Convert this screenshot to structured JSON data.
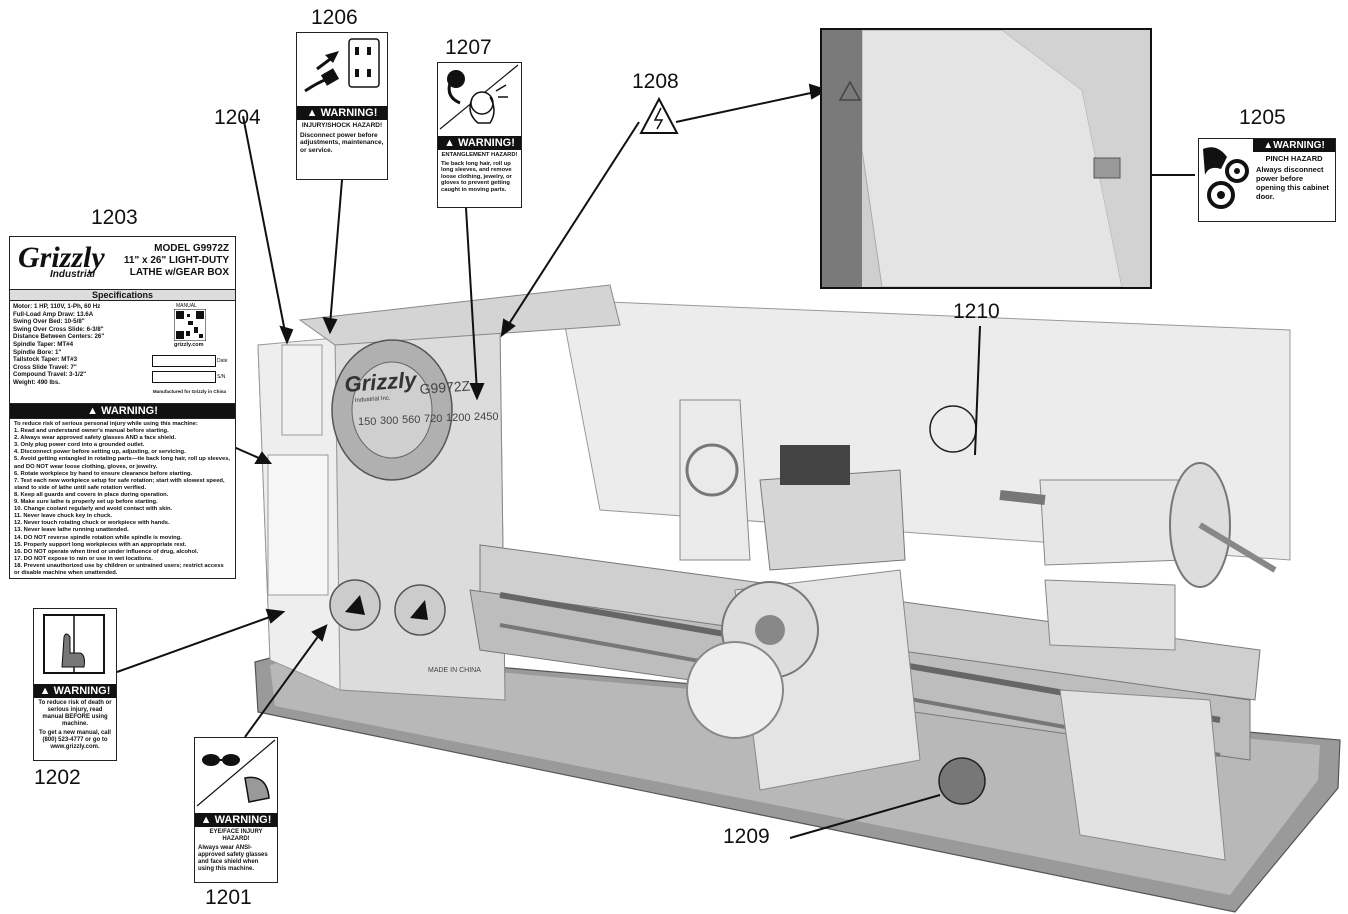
{
  "callouts": {
    "c1201": "1201",
    "c1202": "1202",
    "c1203": "1203",
    "c1204": "1204",
    "c1205": "1205",
    "c1206": "1206",
    "c1207": "1207",
    "c1208": "1208",
    "c1209": "1209",
    "c1210": "1210"
  },
  "warning_word": "WARNING!",
  "label1201": {
    "title": "EYE/FACE INJURY HAZARD!",
    "body": "Always wear ANSI-approved safety glasses and face shield when using this machine."
  },
  "label1202": {
    "body1": "To reduce risk of death or serious injury, read manual BEFORE using machine.",
    "body2": "To get a new manual, call (800) 523-4777 or go to www.grizzly.com."
  },
  "label1205": {
    "title": "PINCH HAZARD",
    "body": "Always disconnect power before opening this cabinet door."
  },
  "label1206": {
    "title": "INJURY/SHOCK HAZARD!",
    "body": "Disconnect power before adjustments, maintenance, or service."
  },
  "label1207": {
    "title": "ENTANGLEMENT HAZARD!",
    "body": "Tie back long hair, roll up long sleeves, and remove loose clothing, jewelry, or gloves to prevent getting caught in moving parts."
  },
  "label1203": {
    "logo": "Grizzly",
    "logo_sub": "Industrial",
    "model": "MODEL G9972Z",
    "desc1": "11\" x 26\" LIGHT-DUTY",
    "desc2": "LATHE w/GEAR BOX",
    "spec_title": "Specifications",
    "specs": [
      "Motor: 1 HP, 110V, 1-Ph, 60 Hz",
      "Full-Load Amp Draw: 13.6A",
      "Swing Over Bed: 10-5/8\"",
      "Swing Over Cross Slide: 6-3/8\"",
      "Distance Between Centers: 26\"",
      "Spindle Taper: MT#4",
      "Spindle Bore: 1\"",
      "Tailstock Taper: MT#3",
      "Cross Slide Travel: 7\"",
      "Compound Travel: 3-1/2\"",
      "Weight: 490 lbs."
    ],
    "manual": "MANUAL",
    "site": "grizzly.com",
    "date": "Date",
    "sn": "S/N",
    "made": "Manufactured for Grizzly in China",
    "rules_intro": "To reduce risk of serious personal injury while using this machine:",
    "rules": [
      "1. Read and understand owner's manual before starting.",
      "2. Always wear approved safety glasses AND a face shield.",
      "3. Only plug power cord into a grounded outlet.",
      "4. Disconnect power before setting up, adjusting, or servicing.",
      "5. Avoid getting entangled in rotating parts—tie back long hair, roll up sleeves, and DO NOT wear loose clothing, gloves, or jewelry.",
      "6. Rotate workpiece by hand to ensure clearance before starting.",
      "7. Test each new workpiece setup for safe rotation; start with slowest speed, stand to side of lathe until safe rotation verified.",
      "8. Keep all guards and covers in place during operation.",
      "9. Make sure lathe is properly set up before starting.",
      "10. Change coolant regularly and avoid contact with skin.",
      "11. Never leave chuck key in chuck.",
      "12. Never touch rotating chuck or workpiece with hands.",
      "13. Never leave lathe running unattended.",
      "14. DO NOT reverse spindle rotation while spindle is moving.",
      "15. Properly support long workpieces with an appropriate rest.",
      "16. DO NOT operate when tired or under influence of drug, alcohol.",
      "17. DO NOT expose to rain or use in wet locations.",
      "18. Prevent unauthorized use by children or untrained users; restrict access or disable machine when unattended."
    ]
  },
  "machine": {
    "brand": "Grizzly",
    "brand_sub": "Industrial Inc.",
    "model": "G9972Z",
    "made_in": "MADE IN CHINA",
    "speeds": [
      "150",
      "300",
      "560",
      "720",
      "1200",
      "2450"
    ]
  }
}
